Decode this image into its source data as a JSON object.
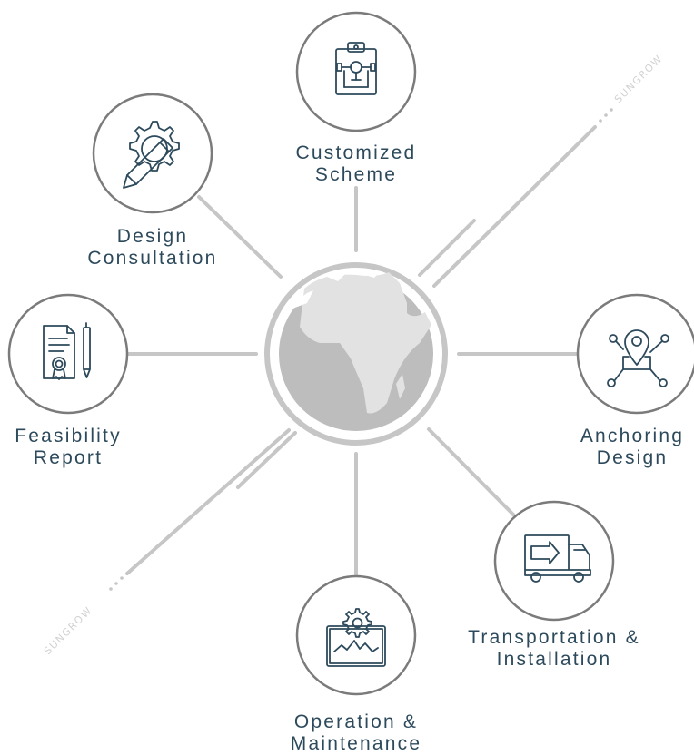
{
  "nodes": [
    {
      "id": "customized-scheme",
      "lines": [
        "Customized",
        "Scheme"
      ],
      "icon": "clipboard-flowchart-icon"
    },
    {
      "id": "design-consultation",
      "lines": [
        "Design",
        "Consultation"
      ],
      "icon": "gear-pencil-icon"
    },
    {
      "id": "feasibility-report",
      "lines": [
        "Feasibility",
        "Report"
      ],
      "icon": "certificate-pen-icon"
    },
    {
      "id": "anchoring-design",
      "lines": [
        "Anchoring",
        "Design"
      ],
      "icon": "location-pin-network-icon"
    },
    {
      "id": "transportation-installation",
      "lines": [
        "Transportation &",
        "Installation"
      ],
      "icon": "delivery-truck-icon"
    },
    {
      "id": "operation-maintenance",
      "lines": [
        "Operation &",
        "Maintenance"
      ],
      "icon": "monitor-gear-icon"
    }
  ],
  "center": {
    "icon": "globe-africa-icon"
  },
  "watermarks": [
    "SUNGROW",
    "SUNGROW"
  ],
  "colors": {
    "line": "#c6c6c6",
    "circle": "#7b7b7b",
    "icon": "#2d4a5c",
    "text": "#2d4a5c",
    "globe": "#bdbdbd"
  }
}
